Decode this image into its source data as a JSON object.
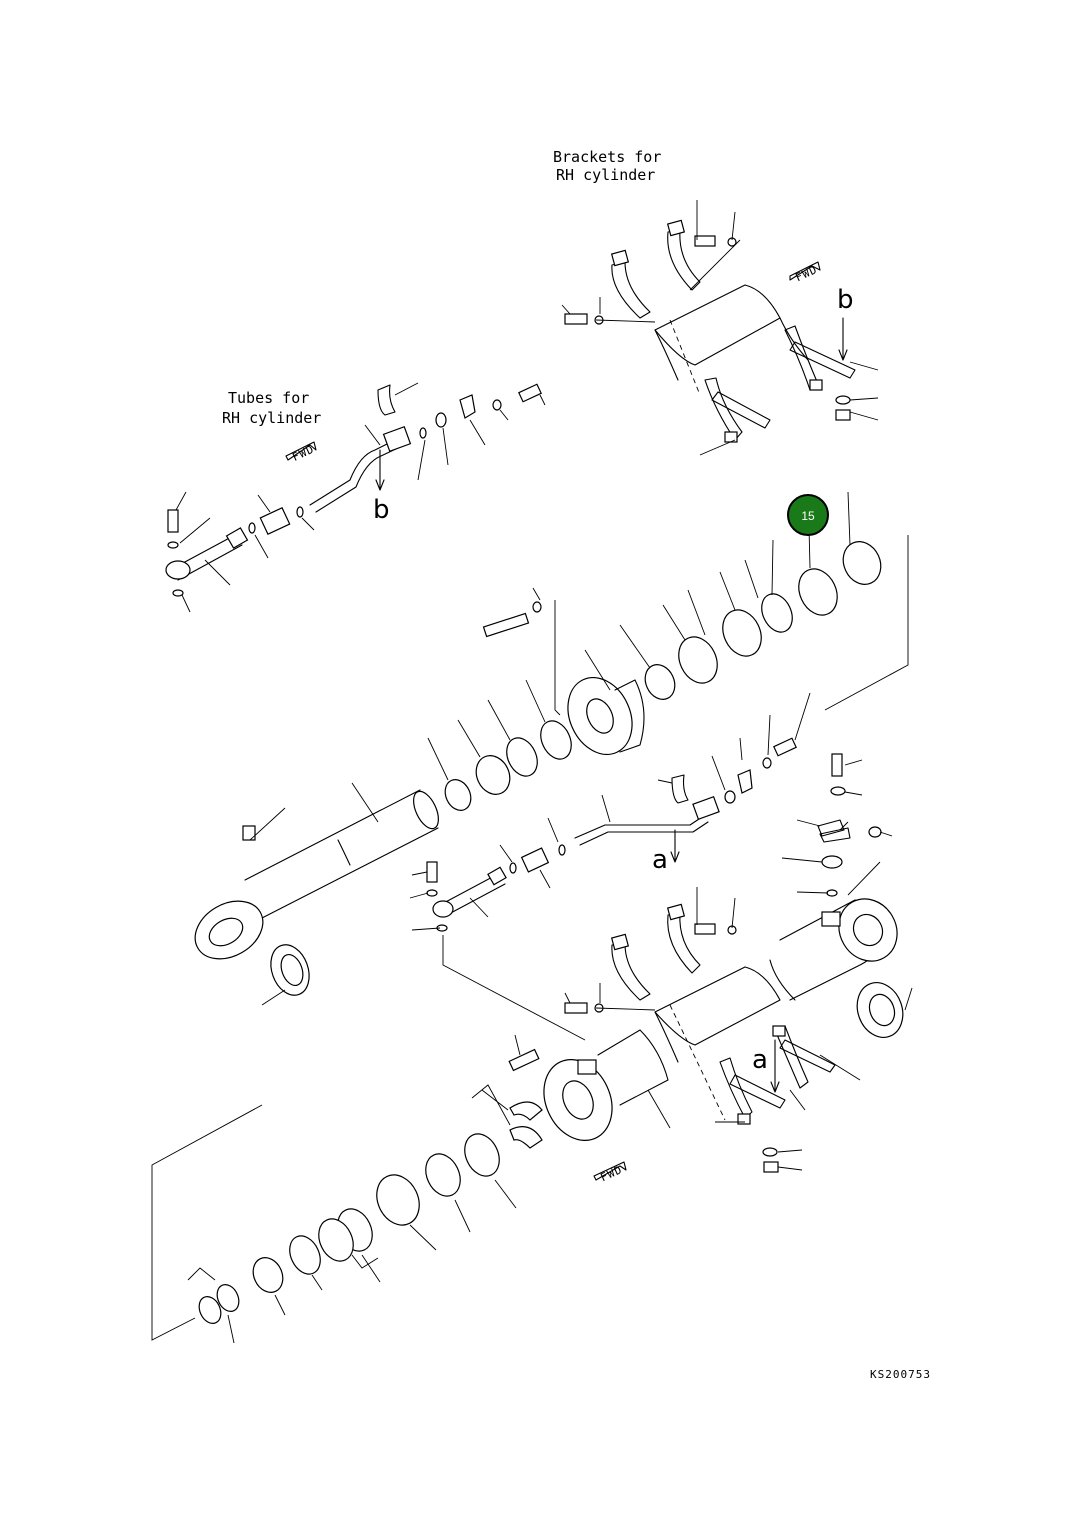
{
  "labels": {
    "brackets_line1": "Brackets for",
    "brackets_line2": "RH cylinder",
    "tubes_line1": "Tubes for",
    "tubes_line2": "RH cylinder",
    "drawing_code": "KS200753",
    "fwd": "FWD",
    "ref_a": "a",
    "ref_b": "b"
  },
  "callouts": [
    {
      "number": "15",
      "color": "#1a7a1a",
      "border": "#000000"
    }
  ]
}
